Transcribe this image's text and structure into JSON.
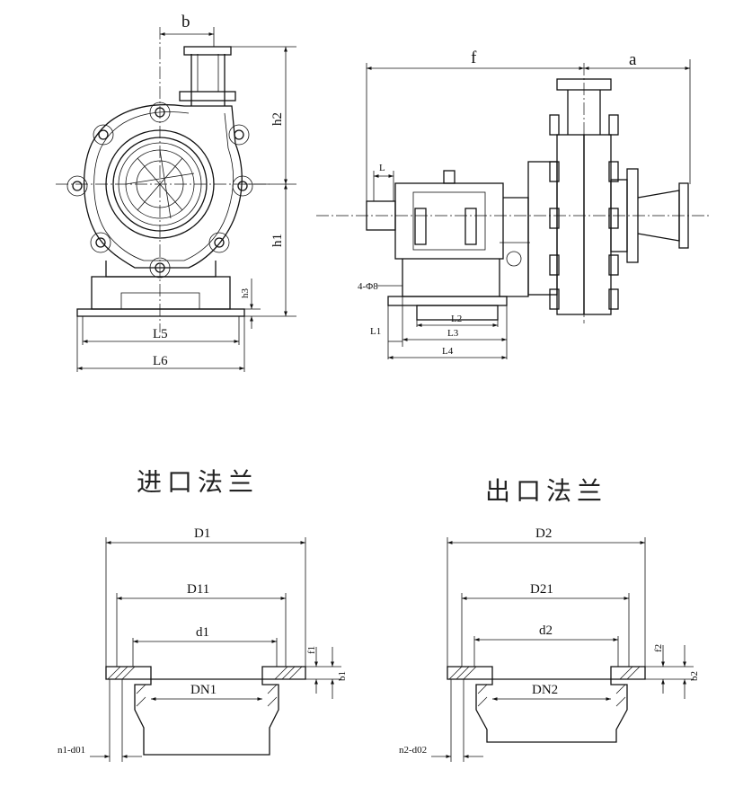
{
  "front_view": {
    "labels": {
      "b": "b",
      "h2": "h2",
      "h1": "h1",
      "h3": "h3",
      "L5": "L5",
      "L6": "L6"
    }
  },
  "side_view": {
    "labels": {
      "f": "f",
      "a": "a",
      "L": "L",
      "bolt": "4-Φ8",
      "L1": "L1",
      "L2": "L2",
      "L3": "L3",
      "L4": "L4"
    }
  },
  "inlet_flange": {
    "title": "进口法兰",
    "labels": {
      "D1": "D1",
      "D11": "D11",
      "d1": "d1",
      "DN1": "DN1",
      "f1": "f1",
      "b1": "b1",
      "holes": "n1-d01"
    }
  },
  "outlet_flange": {
    "title": "出口法兰",
    "labels": {
      "D2": "D2",
      "D21": "D21",
      "d2": "d2",
      "DN2": "DN2",
      "f2": "f2",
      "b2": "b2",
      "holes": "n2-d02"
    }
  }
}
